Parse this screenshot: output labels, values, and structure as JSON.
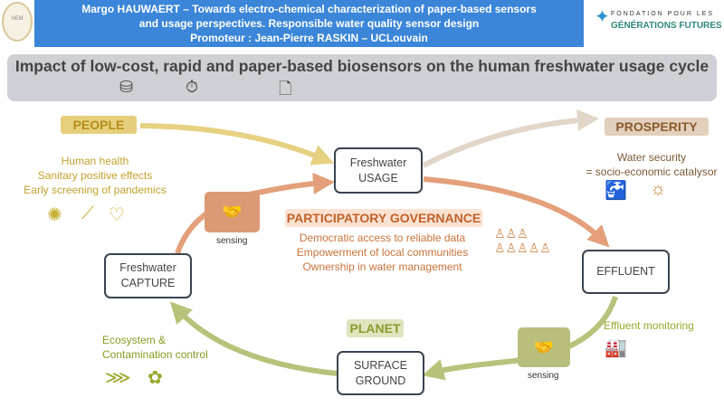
{
  "header": {
    "lines": [
      "Margo HAUWAERT – Towards electro-chemical characterization of paper-based sensors",
      "and usage perspectives. Responsible water quality sensor design",
      "Promoteur : Jean-Pierre RASKIN – UCLouvain"
    ],
    "logo_right_line1": "FONDATION POUR LES",
    "logo_right_line2": "GÉNÉRATIONS FUTURES"
  },
  "banner": {
    "title": "Impact of low-cost, rapid and paper-based biosensors on the human freshwater usage cycle",
    "icons": [
      "coins-icon",
      "stopwatch-icon",
      "document-icon"
    ]
  },
  "people": {
    "label": "PEOPLE",
    "items": [
      "Human health",
      "Sanitary positive effects",
      "Early screening of pandemics"
    ]
  },
  "prosperity": {
    "label": "PROSPERITY",
    "items": [
      "Water security",
      "= socio-economic catalysor"
    ]
  },
  "governance": {
    "label": "PARTICIPATORY GOVERNANCE",
    "items": [
      "Democratic access to reliable data",
      "Empowerment of local communities",
      "Ownership in water management"
    ]
  },
  "planet": {
    "label": "PLANET"
  },
  "ecosystem": {
    "items": [
      "Ecosystem &",
      "Contamination control"
    ]
  },
  "effluent_monitoring": "Effluent monitoring",
  "nodes": {
    "usage": [
      "Freshwater",
      "USAGE"
    ],
    "capture": [
      "Freshwater",
      "CAPTURE"
    ],
    "effluent": [
      "EFFLUENT"
    ],
    "surface": [
      "SURFACE",
      "GROUND"
    ]
  },
  "sensing_label": "sensing",
  "colors": {
    "header": "#3b86d8",
    "people": "#e6cf7c",
    "prosperity": "#e2d0bd",
    "governance": "#fbe1d0",
    "planet": "#e0e4bf",
    "orange_arrow": "#e3a07a",
    "green_arrow": "#b9c27a"
  }
}
